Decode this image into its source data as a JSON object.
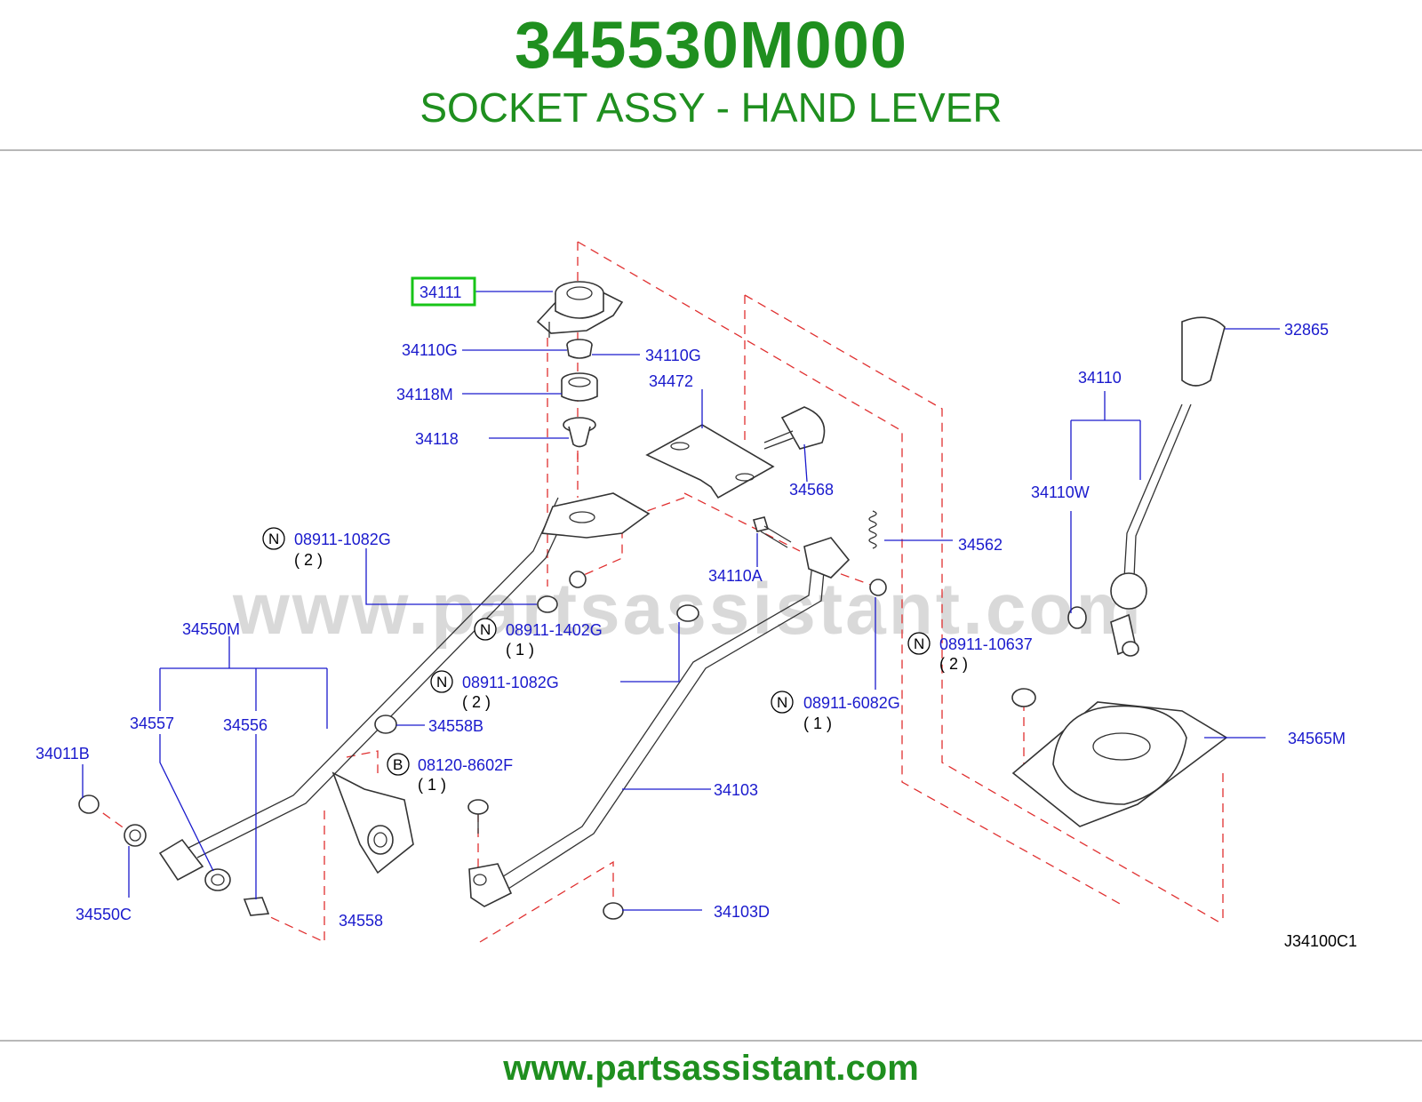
{
  "header": {
    "part_number": "345530M000",
    "part_name": "SOCKET ASSY - HAND LEVER"
  },
  "watermark": "www.partsassistant.com",
  "footer": {
    "url": "www.partsassistant.com"
  },
  "diagram": {
    "code": "J34100C1",
    "highlight_color": "#18c418",
    "labels": {
      "p34111": "34111",
      "p34110G_a": "34110G",
      "p34110G_b": "34110G",
      "p34118M": "34118M",
      "p34118": "34118",
      "p34472": "34472",
      "p34568": "34568",
      "p32865": "32865",
      "p34110": "34110",
      "p34110W": "34110W",
      "p34562": "34562",
      "p34110A": "34110A",
      "p34550M": "34550M",
      "p34557": "34557",
      "p34556": "34556",
      "p34558B": "34558B",
      "p34011B": "34011B",
      "p34550C": "34550C",
      "p34558": "34558",
      "p34103": "34103",
      "p34103D": "34103D",
      "p34565M": "34565M"
    },
    "callouts": [
      {
        "key": "c1",
        "letter": "N",
        "number": "08911-1082G",
        "qty": "( 2 )"
      },
      {
        "key": "c2",
        "letter": "N",
        "number": "08911-1402G",
        "qty": "( 1 )"
      },
      {
        "key": "c3",
        "letter": "N",
        "number": "08911-1082G",
        "qty": "( 2 )"
      },
      {
        "key": "c4",
        "letter": "N",
        "number": "08911-10637",
        "qty": "( 2 )"
      },
      {
        "key": "c5",
        "letter": "N",
        "number": "08911-6082G",
        "qty": "( 1 )"
      },
      {
        "key": "c6",
        "letter": "B",
        "number": "08120-8602F",
        "qty": "( 1 )"
      }
    ]
  }
}
